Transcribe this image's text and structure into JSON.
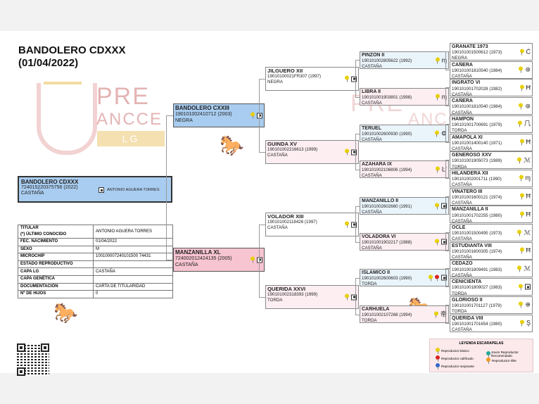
{
  "title_line1": "BANDOLERO CDXXX",
  "title_line2": "(01/04/2022)",
  "watermark": {
    "pre": "PRE",
    "ancce": "ANCCE",
    "lg": "LG"
  },
  "main": {
    "name": "BANDOLERO CDXXX",
    "id": "724015220375756 (2022)",
    "color": "CASTAÑA",
    "owner": "ANTONIO AGUERA TORRES"
  },
  "gen1": [
    {
      "name": "BANDOLERO CXXIII",
      "id": "190101002410712 (2003)",
      "color": "NEGRA"
    },
    {
      "name": "MANZANILLA XL",
      "id": "724002012424135 (2005)",
      "color": "CASTAÑA"
    }
  ],
  "gen2": [
    {
      "name": "JILGUERO XII",
      "id": "19010100021FR307 (1997)",
      "color": "NEGRA"
    },
    {
      "name": "GUINDA XV",
      "id": "190101002216613 (1999)",
      "color": "CASTAÑA"
    },
    {
      "name": "VOLADOR XIII",
      "id": "190101002118426 (1997)",
      "color": "CASTAÑA"
    },
    {
      "name": "QUERIDA XXVI",
      "id": "190101002318393 (1999)",
      "color": "TORDA"
    }
  ],
  "gen3": [
    {
      "name": "PINZON II",
      "id": "190101002805622 (1992)",
      "color": "CASTAÑA"
    },
    {
      "name": "LIBRA II",
      "id": "190101001903801 (1998)",
      "color": "CASTAÑA"
    },
    {
      "name": "TERUEL",
      "id": "190101002600930 (1990)",
      "color": "CASTAÑA"
    },
    {
      "name": "AZAHARA IX",
      "id": "190101002106806 (1994)",
      "color": "CASTAÑA"
    },
    {
      "name": "MANZANILLO II",
      "id": "190101002602660 (1991)",
      "color": "CASTAÑA"
    },
    {
      "name": "VOLADORA VI",
      "id": "190101001902217 (1988)",
      "color": "CASTAÑA"
    },
    {
      "name": "ISLAMICO II",
      "id": "190101002600603 (1990)",
      "color": "TORDA"
    },
    {
      "name": "CARHUELA",
      "id": "190101002107268 (1994)",
      "color": "TORDA"
    }
  ],
  "gen4": [
    {
      "name": "GRANATE 1973",
      "id": "190101001500612 (1973)",
      "color": "NEGRA"
    },
    {
      "name": "CAÑERA",
      "id": "190101001810540 (1984)",
      "color": "CASTAÑA"
    },
    {
      "name": "INGRATO VI",
      "id": "190101001702028 (1982)",
      "color": "CASTAÑA"
    },
    {
      "name": "CAÑERA",
      "id": "190101001810540 (1984)",
      "color": "CASTAÑA"
    },
    {
      "name": "HAMPON",
      "id": "190101001700691 (1979)",
      "color": "TORDA"
    },
    {
      "name": "AMAPOLA XI",
      "id": "190101001400140 (1971)",
      "color": "CASTAÑA"
    },
    {
      "name": "GENEROSO XXV",
      "id": "190101001905073 (1989)",
      "color": "TORDA"
    },
    {
      "name": "HILANDERA XII",
      "id": "190101002001711 (1990)",
      "color": "CASTAÑA"
    },
    {
      "name": "VINATERO III",
      "id": "190101001600121 (1974)",
      "color": "CASTAÑA"
    },
    {
      "name": "MANZANILLA II",
      "id": "190101001702255 (1980)",
      "color": "CASTAÑA"
    },
    {
      "name": "OCLE",
      "id": "190101001500495 (1973)",
      "color": "CASTAÑA"
    },
    {
      "name": "ESTUDIANTA VIII",
      "id": "190101001600305 (1974)",
      "color": "CASTAÑA"
    },
    {
      "name": "CEDAZO",
      "id": "190101001809491 (1983)",
      "color": "CASTAÑA"
    },
    {
      "name": "CENICIENTA",
      "id": "190101001809027 (1983)",
      "color": "TORDA"
    },
    {
      "name": "GLORIOSO II",
      "id": "190101001701127 (1979)",
      "color": "TORDA"
    },
    {
      "name": "QUERIDA VIII",
      "id": "190101001701654 (1980)",
      "color": "CASTAÑA"
    }
  ],
  "brands": {
    "g3": [
      "ɱ",
      "ɱ",
      "⚙",
      "Ŀᶠ",
      "",
      "",
      "",
      "帝"
    ],
    "g4": [
      "Ċ",
      "⊛",
      "Ħ",
      "⊛",
      "⺇",
      "Ħ",
      "ℳ",
      "ɱ",
      "Ħ",
      "Ħ",
      "ℳ",
      "Ħ",
      "ℳ",
      "",
      "⊕",
      "Ş"
    ]
  },
  "info": [
    {
      "k": "TITULAR\n(*) ÚLTIMO CONOCIDO",
      "v": "ANTONIO AGUERA TORRES"
    },
    {
      "k": "FEC. NACIMIENTO",
      "v": "01/04/2022"
    },
    {
      "k": "SEXO",
      "v": "M"
    },
    {
      "k": "MICROCHIP",
      "v": "100100007240101500 74431"
    },
    {
      "k": "ESTADO REPRODUCTIVO",
      "v": ""
    },
    {
      "k": "CAPA LG",
      "v": "CASTAÑA"
    },
    {
      "k": "CAPA GENÉTICA",
      "v": ""
    },
    {
      "k": "DOCUMENTACIÓN",
      "v": "CARTA DE TITULARIDAD"
    },
    {
      "k": "Nº DE HIJOS",
      "v": "0"
    }
  ],
  "legend": {
    "title": "LEYENDA ESCARAPELAS",
    "items": [
      "Reproductor básico",
      "Joven Reproductor Recomendado",
      "Reproductor calificado",
      "Reproductor élite",
      "Reproductor mejorante"
    ]
  },
  "colors": {
    "sire_blue": "#a9cdf0",
    "dam_pink": "#f7c4d2",
    "pin_yellow": "#e8d000"
  }
}
